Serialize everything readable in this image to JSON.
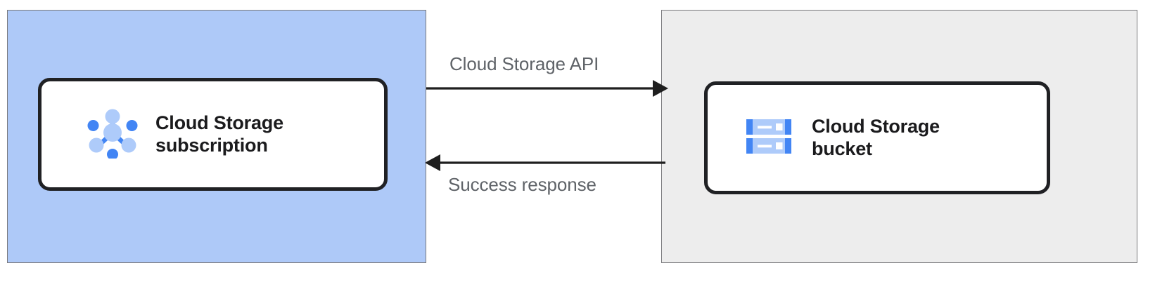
{
  "diagram": {
    "type": "flow-diagram",
    "title": "Cloud Storage subscription to Cloud Storage bucket flow",
    "colors": {
      "subscription_zone_fill": "#aec9f8",
      "bucket_zone_fill": "#ededed",
      "zone_border": "#79797c",
      "card_border": "#202124",
      "card_fill": "#ffffff",
      "arrow": "#1f1f1f",
      "label_text": "#5f6368",
      "card_text": "#1b1b1d",
      "icon_blue_dark": "#4285f4",
      "icon_blue_light": "#aecbfa"
    },
    "nodes": [
      {
        "id": "subscription",
        "zone_name": "subscription-zone",
        "card_name": "subscription-card",
        "icon": "pubsub-subscription-icon",
        "label": "Cloud Storage\nsubscription"
      },
      {
        "id": "bucket",
        "zone_name": "bucket-zone",
        "card_name": "bucket-card",
        "icon": "cloud-storage-bucket-icon",
        "label": "Cloud Storage\nbucket"
      }
    ],
    "edges": [
      {
        "id": "request",
        "label": "Cloud Storage API",
        "from": "subscription",
        "to": "bucket",
        "direction": "right"
      },
      {
        "id": "response",
        "label": "Success response",
        "from": "bucket",
        "to": "subscription",
        "direction": "left"
      }
    ]
  }
}
